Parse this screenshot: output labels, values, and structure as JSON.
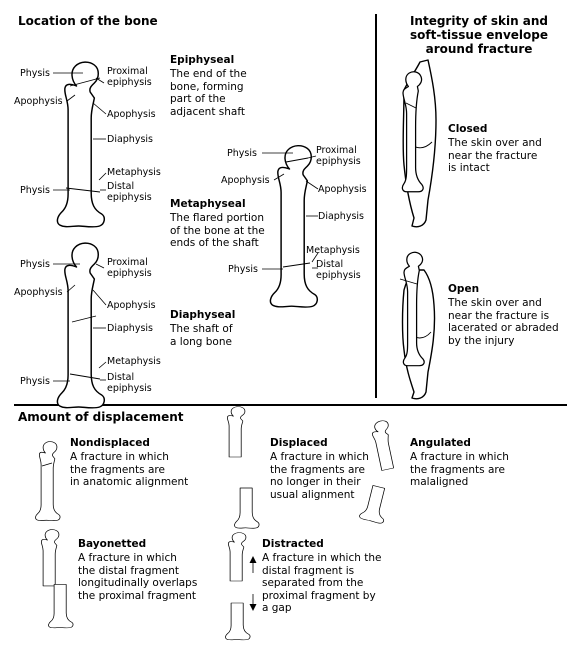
{
  "sections": {
    "location_title": "Location of the bone",
    "integrity_title": "Integrity of skin and\nsoft-tissue envelope\naround fracture",
    "displacement_title": "Amount of displacement"
  },
  "location": {
    "epiphyseal": {
      "title": "Epiphyseal",
      "desc": "The end of the\nbone, forming\npart of the\nadjacent shaft"
    },
    "metaphyseal": {
      "title": "Metaphyseal",
      "desc": "The flared portion\nof the bone at the\nends of the shaft"
    },
    "diaphyseal": {
      "title": "Diaphyseal",
      "desc": "The shaft of\na long bone"
    }
  },
  "bone_labels": {
    "physis": "Physis",
    "proximal_epiphysis": "Proximal\nepiphysis",
    "apophysis": "Apophysis",
    "diaphysis": "Diaphysis",
    "metaphysis": "Metaphysis",
    "distal_epiphysis": "Distal\nepiphysis"
  },
  "integrity": {
    "closed": {
      "title": "Closed",
      "desc": "The skin over and\nnear the fracture\nis intact"
    },
    "open": {
      "title": "Open",
      "desc": "The skin over and\nnear the fracture is\nlacerated or abraded\nby the injury"
    }
  },
  "displacement": {
    "nondisplaced": {
      "title": "Nondisplaced",
      "desc": "A fracture in which\nthe fragments are\nin anatomic alignment"
    },
    "displaced": {
      "title": "Displaced",
      "desc": "A fracture in which\nthe fragments are\nno longer in their\nusual alignment"
    },
    "angulated": {
      "title": "Angulated",
      "desc": "A fracture in which\nthe fragments are\nmalaligned"
    },
    "bayonetted": {
      "title": "Bayonetted",
      "desc": "A fracture in which\nthe distal fragment\nlongitudinally overlaps\nthe proximal fragment"
    },
    "distracted": {
      "title": "Distracted",
      "desc": "A fracture in which the\ndistal fragment is\nseparated from the\nproximal fragment by\na gap"
    }
  }
}
